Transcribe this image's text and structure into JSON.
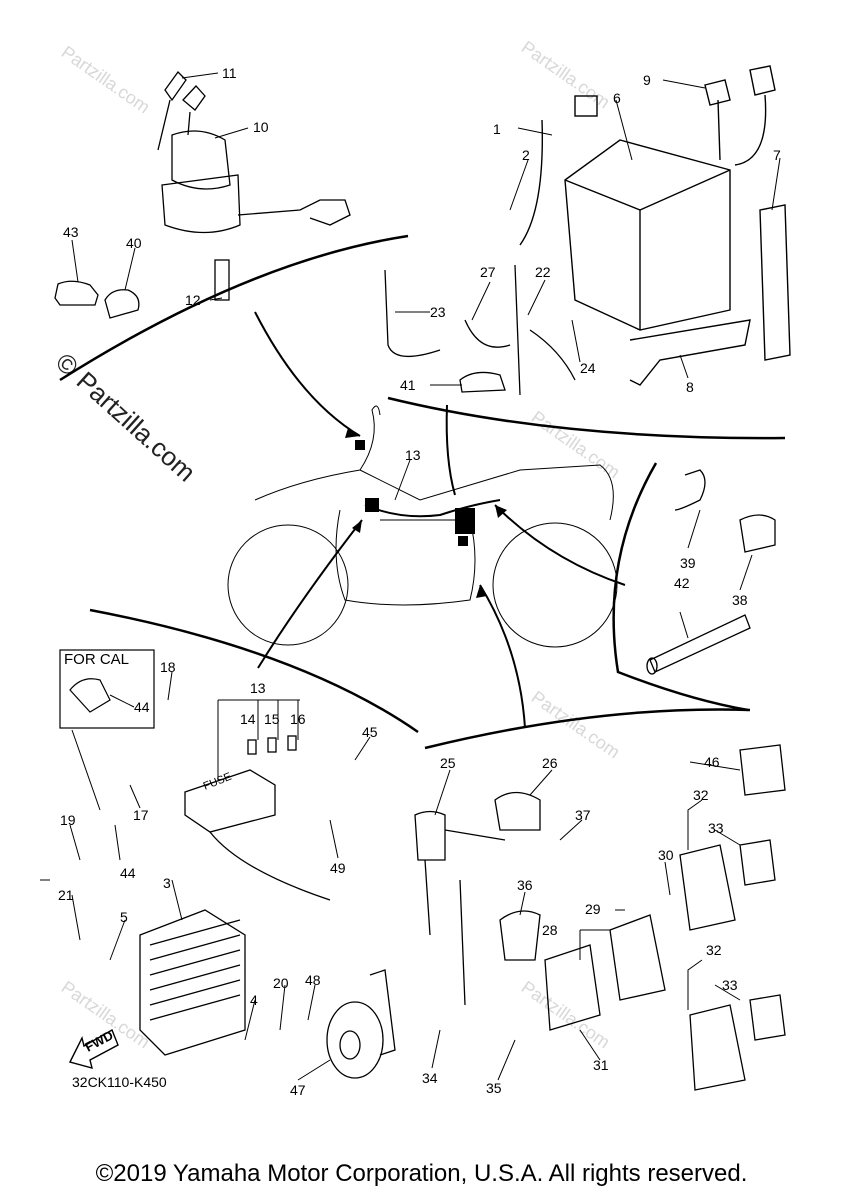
{
  "watermark": {
    "symbol": "©",
    "site": "Partzilla.com"
  },
  "labels": {
    "for_cal": "FOR CAL",
    "fuse_text": "FUSE",
    "fwd": "FWD",
    "diagram_code": "32CK110-K450"
  },
  "callouts": [
    "1",
    "2",
    "3",
    "4",
    "5",
    "6",
    "7",
    "8",
    "9",
    "10",
    "11",
    "12",
    "13",
    "13",
    "14",
    "15",
    "16",
    "17",
    "18",
    "19",
    "20",
    "21",
    "22",
    "23",
    "24",
    "25",
    "26",
    "27",
    "28",
    "29",
    "30",
    "31",
    "32",
    "32",
    "33",
    "33",
    "34",
    "35",
    "36",
    "37",
    "38",
    "39",
    "40",
    "41",
    "42",
    "43",
    "44",
    "44",
    "45",
    "46",
    "47",
    "48",
    "49"
  ],
  "footer": {
    "copyright": "©2019 Yamaha Motor Corporation, U.S.A. All rights reserved."
  }
}
